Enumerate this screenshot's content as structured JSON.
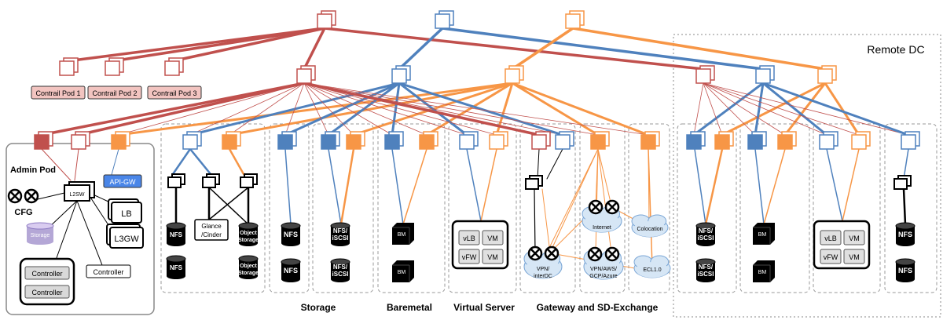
{
  "remote_dc": "Remote DC",
  "pods": [
    "Contrail Pod 1",
    "Contrail Pod 2",
    "Contrail Pod 3"
  ],
  "admin_pod": {
    "title": "Admin Pod",
    "l2sw": "L2SW",
    "apigw": "API-GW",
    "cfg": "CFG",
    "lb": "LB",
    "l3gw": "L3GW",
    "storage": "Storage",
    "controller": "Controller"
  },
  "storage_labels": {
    "nfs": "NFS",
    "nfs_iscsi": [
      "NFS/",
      "iSCSI"
    ],
    "glance": [
      "Glance",
      "/Cinder"
    ],
    "object": [
      "Object",
      "Storage"
    ]
  },
  "bm": "BM",
  "vm_labels": {
    "vlb": "vLB",
    "vm": "VM",
    "vfw": "vFW"
  },
  "clouds": {
    "vpn_interdc": [
      "VPN/",
      "interDC"
    ],
    "internet": "Internet",
    "colocation": "Colocation",
    "vpn_aws": [
      "VPN/AWS/",
      "GCP/Azure"
    ],
    "ecl": "ECL1.0"
  },
  "section_labels": [
    "Storage",
    "Baremetal",
    "Virtual Server",
    "Gateway and SD-Exchange"
  ],
  "colors": {
    "red": "#c0504d",
    "blue": "#4f81bd",
    "orange": "#f79646",
    "pod_fill": "#f2c4c0",
    "apigw_fill": "#4a86e8",
    "storage_fill": "#b4a7d6",
    "cloud_fill": "#d6e6f5"
  }
}
